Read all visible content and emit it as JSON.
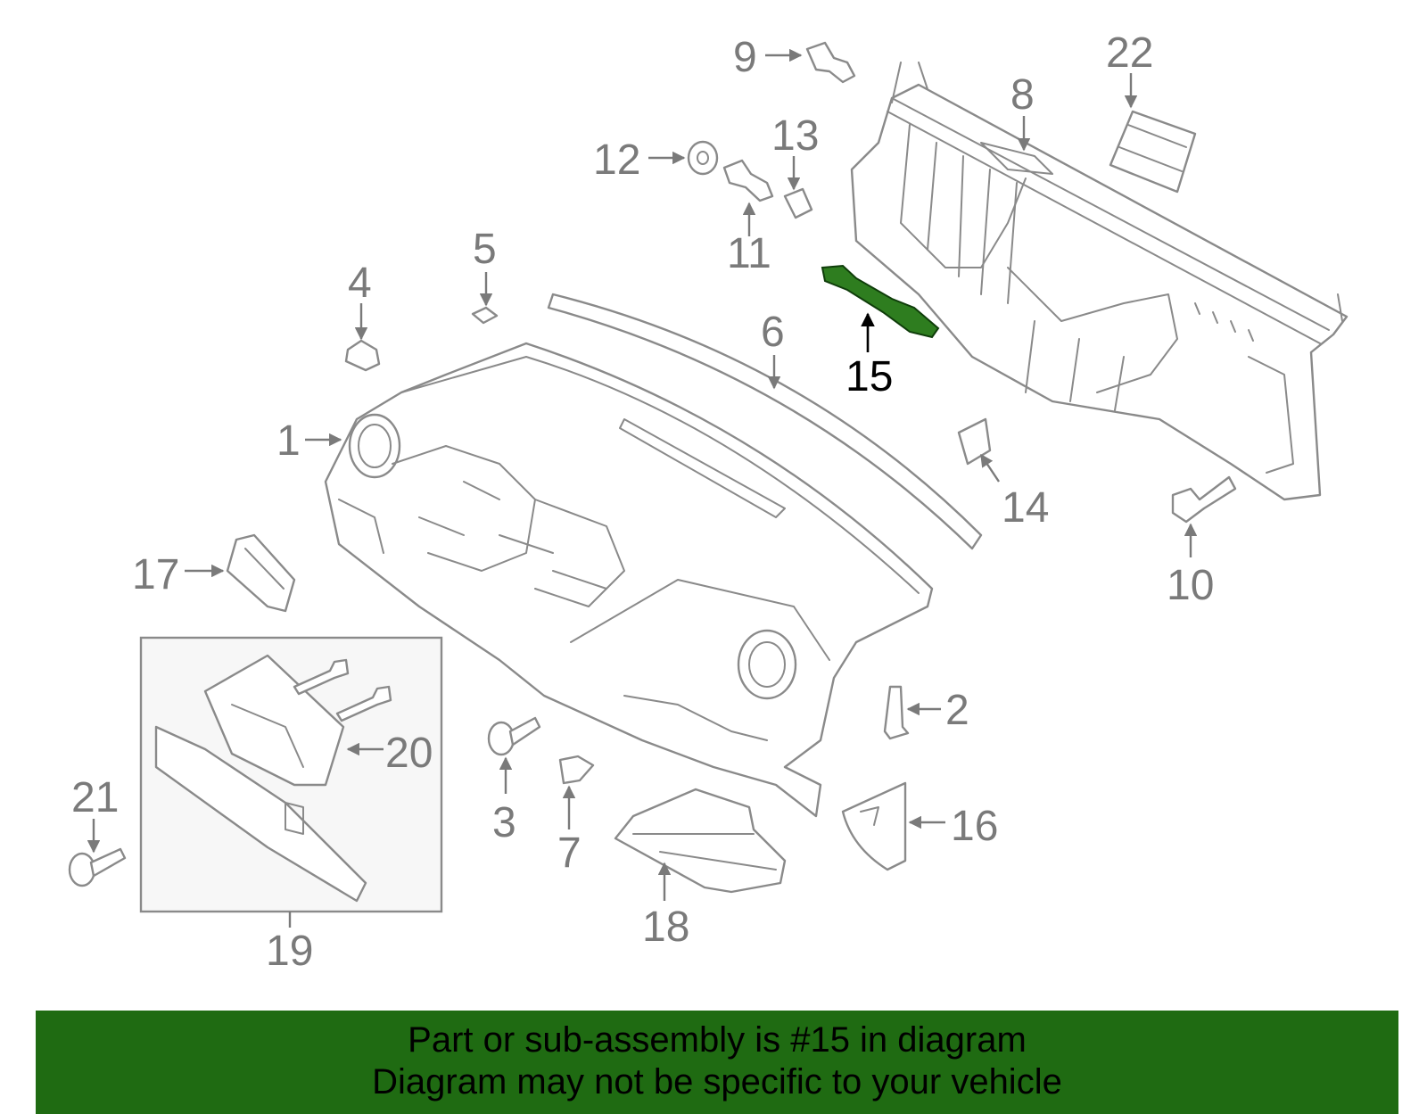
{
  "callouts": {
    "c1": "1",
    "c2": "2",
    "c3": "3",
    "c4": "4",
    "c5": "5",
    "c6": "6",
    "c7": "7",
    "c8": "8",
    "c9": "9",
    "c10": "10",
    "c11": "11",
    "c12": "12",
    "c13": "13",
    "c14": "14",
    "c15": "15",
    "c16": "16",
    "c17": "17",
    "c18": "18",
    "c19": "19",
    "c20": "20",
    "c21": "21",
    "c22": "22"
  },
  "highlight": {
    "part": "15",
    "color": "#2e7d1f"
  },
  "banner": {
    "line1": "Part or sub-assembly is #15 in diagram",
    "line2": "Diagram may not be specific to your vehicle",
    "color": "#1f6b12"
  }
}
